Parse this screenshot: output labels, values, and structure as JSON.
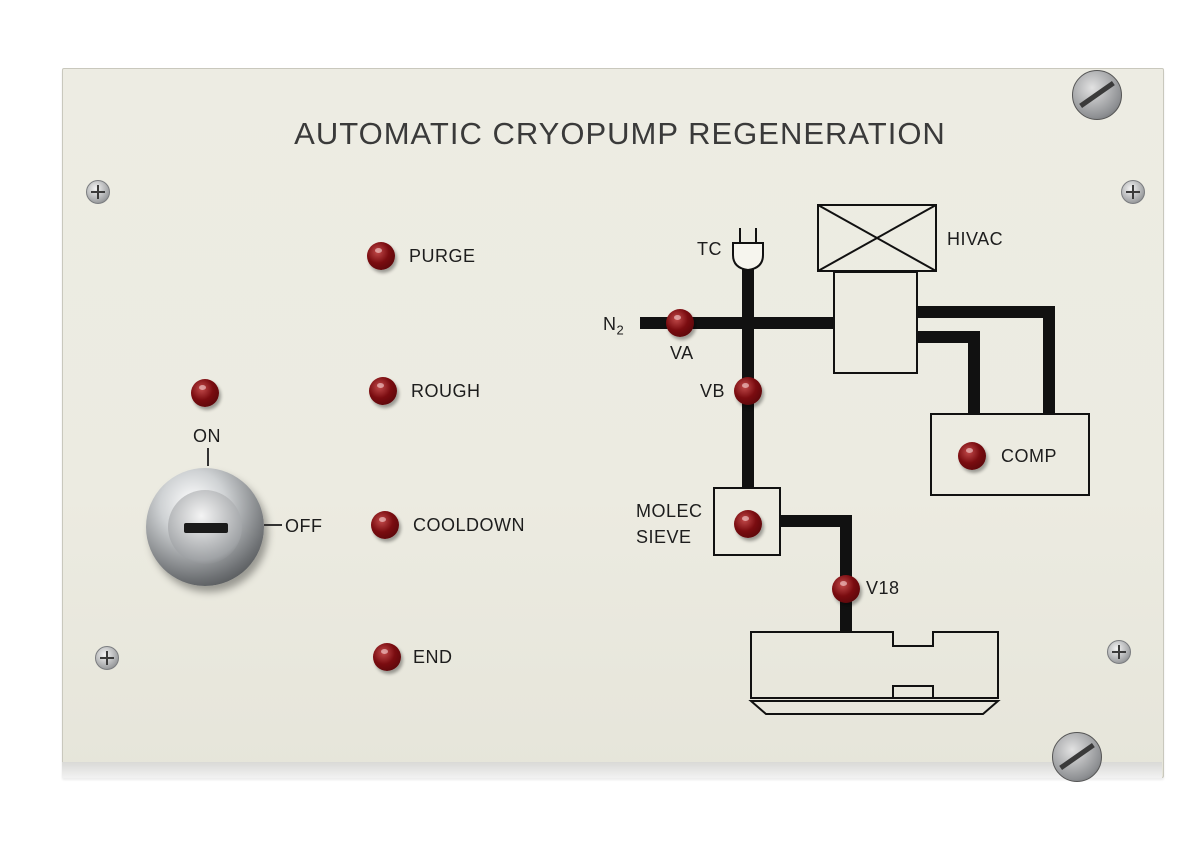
{
  "panel": {
    "title": "AUTOMATIC CRYOPUMP REGENERATION"
  },
  "status_lights": {
    "purge": "PURGE",
    "rough": "ROUGH",
    "cooldown": "COOLDOWN",
    "end": "END"
  },
  "key_switch": {
    "on": "ON",
    "off": "OFF"
  },
  "diagram": {
    "tc": "TC",
    "hivac": "HIVAC",
    "n2": "N",
    "n2_sub": "2",
    "va": "VA",
    "vb": "VB",
    "comp": "COMP",
    "molec": "MOLEC",
    "sieve": "SIEVE",
    "v18": "V18"
  },
  "colors": {
    "panel": "#edece3",
    "led": "#7a0c10",
    "lines": "#111111"
  }
}
